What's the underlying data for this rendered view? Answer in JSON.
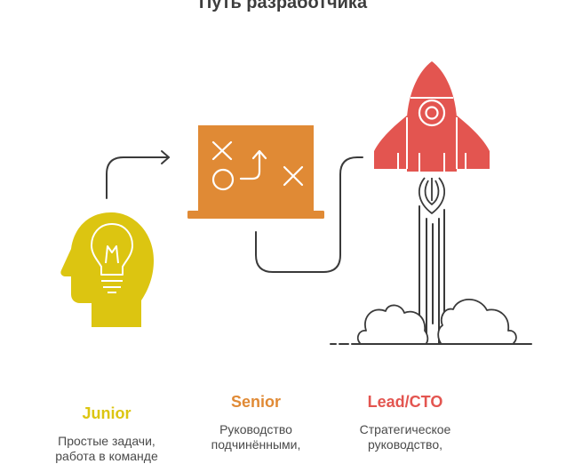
{
  "title": "Путь разработчика",
  "colors": {
    "junior": "#dcc511",
    "senior": "#e08a35",
    "lead": "#e35550",
    "line": "#3a3a3a"
  },
  "stages": [
    {
      "title": "Junior",
      "desc_lines": [
        "Простые задачи,",
        "работа в команде"
      ]
    },
    {
      "title": "Senior",
      "desc_lines": [
        "Руководство",
        "подчинёнными,"
      ]
    },
    {
      "title": "Lead/CTO",
      "desc_lines": [
        "Стратегическое",
        "руководство,"
      ]
    }
  ]
}
